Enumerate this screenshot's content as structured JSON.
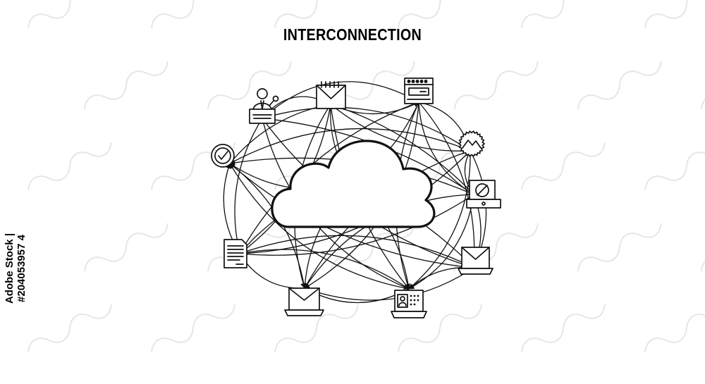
{
  "title": "INTERCONNECTION",
  "stock_id": "Adobe Stock | #204053957 4",
  "colors": {
    "stroke": "#111111",
    "background": "#ffffff",
    "watermark": "#e4e4e4"
  },
  "nodes": [
    {
      "id": "speaker",
      "icon": "speaker-podium-icon"
    },
    {
      "id": "calendar",
      "icon": "calendar-envelope-icon"
    },
    {
      "id": "server",
      "icon": "server-rack-icon"
    },
    {
      "id": "badge",
      "icon": "badge-mountain-icon"
    },
    {
      "id": "camera",
      "icon": "camera-device-icon"
    },
    {
      "id": "mail-laptop-r",
      "icon": "laptop-mail-icon"
    },
    {
      "id": "id-card",
      "icon": "id-card-laptop-icon"
    },
    {
      "id": "mail-laptop-l",
      "icon": "laptop-mail-icon"
    },
    {
      "id": "document",
      "icon": "document-icon"
    },
    {
      "id": "check",
      "icon": "checkmark-circle-icon"
    }
  ]
}
